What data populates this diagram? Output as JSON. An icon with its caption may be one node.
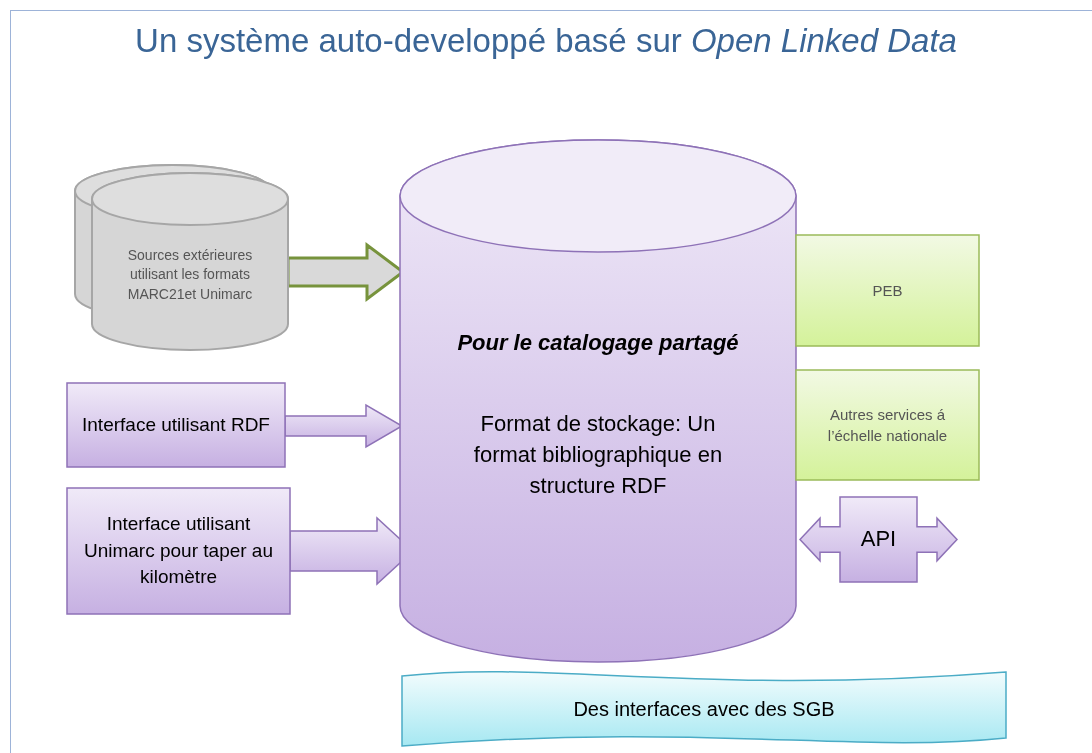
{
  "diagram": {
    "title": "Un système auto-developpé basé sur *Open Linked Data*",
    "nodes": [
      {
        "text": [
          "Sources extérieures utilisant les formats MARC21et Unimarc"
        ]
      },
      {
        "text": [
          "Interface utilisant RDF"
        ]
      },
      {
        "text": [
          "Interface utilisant Unimarc pour taper au kilomètre"
        ]
      },
      {
        "text": [
          "Pour le catalogage partagé",
          "Format de stockage: Un format bibliographique en structure RDF"
        ]
      },
      {
        "text": [
          "PEB"
        ]
      },
      {
        "text": [
          "Autres services á l’échelle nationale"
        ]
      },
      {
        "text": [
          "API"
        ]
      },
      {
        "text": [
          "Des interfaces avec des SGB"
        ]
      }
    ],
    "edges": [
      {
        "from": 0,
        "to": 3,
        "arrow": "to",
        "color": "#77933c"
      },
      {
        "from": 1,
        "to": 3,
        "arrow": "to"
      },
      {
        "from": 2,
        "to": 3,
        "arrow": "to"
      }
    ]
  }
}
